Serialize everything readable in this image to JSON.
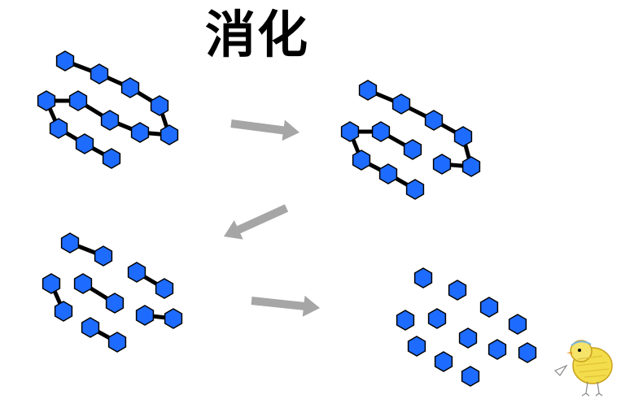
{
  "title": "消化",
  "colors": {
    "hexagon_fill": "#1e6cff",
    "hexagon_stroke": "#000000",
    "bond": "#000000",
    "arrow": "#a6a6a6",
    "chick_body": "#f3dd4a",
    "chick_outline": "#c9a21b"
  },
  "stages": [
    "long-chain",
    "medium-chains",
    "short-chains",
    "single-units"
  ],
  "icons": [
    "hexagon-icon",
    "arrow-icon",
    "chick-icon"
  ]
}
